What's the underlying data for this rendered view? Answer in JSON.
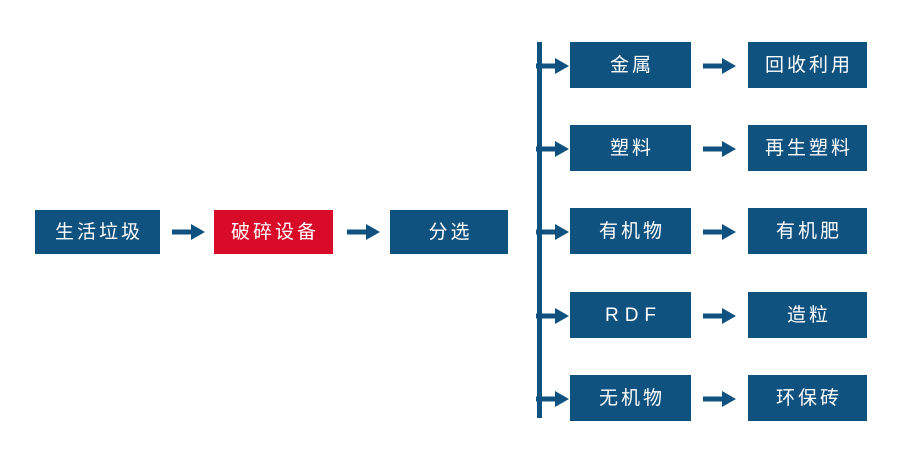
{
  "diagram": {
    "title": "Municipal solid waste processing flowchart",
    "background_color": "#FFFFFF",
    "colors": {
      "primary_blue": "#10527F",
      "highlight_red": "#D80C28",
      "arrow_blue": "#10527F",
      "box_text": "#FFFFFF"
    },
    "main_flow": [
      {
        "label": "生活垃圾",
        "style": "blue"
      },
      {
        "label": "破碎设备",
        "style": "red"
      },
      {
        "label": "分选",
        "style": "blue"
      }
    ],
    "main_arrows": [
      {
        "name": "arrow-waste-to-crusher"
      },
      {
        "name": "arrow-crusher-to-sorting"
      }
    ],
    "branches": [
      {
        "material": "金属",
        "product": "回收利用",
        "material_script": "cjk",
        "product_script": "cjk"
      },
      {
        "material": "塑料",
        "product": "再生塑料",
        "material_script": "cjk",
        "product_script": "cjk"
      },
      {
        "material": "有机物",
        "product": "有机肥",
        "material_script": "cjk",
        "product_script": "cjk"
      },
      {
        "material": "RDF",
        "product": "造粒",
        "material_script": "latin",
        "product_script": "cjk"
      },
      {
        "material": "无机物",
        "product": "环保砖",
        "material_script": "cjk",
        "product_script": "cjk"
      }
    ],
    "connector": {
      "name": "vertical-spine",
      "orientation": "vertical",
      "color": "#10527F"
    }
  }
}
